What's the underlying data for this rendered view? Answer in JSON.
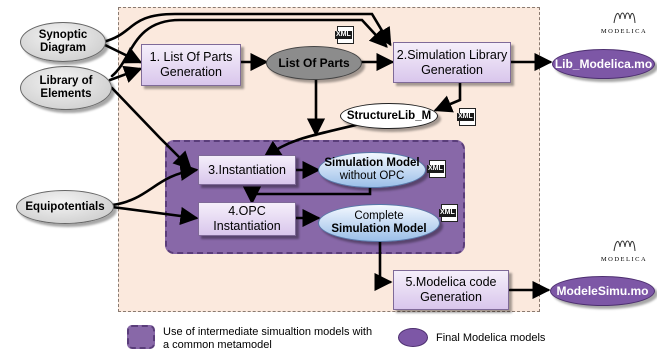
{
  "inputs": {
    "synoptic_diagram": "Synoptic Diagram",
    "library_of_elements": "Library of Elements",
    "equipotentials": "Equipotentials"
  },
  "processes": {
    "list_of_parts_generation": "1. List Of Parts Generation",
    "simulation_library_generation": "2.Simulation Library Generation",
    "instantiation": "3.Instantiation",
    "opc_instantiation": "4.OPC Instantiation",
    "modelica_code_generation": "5.Modelica code Generation"
  },
  "artifacts": {
    "list_of_parts": "List Of Parts",
    "structurelib_m": "StructureLib_M",
    "simulation_model_title": "Simulation Model",
    "simulation_model_sub": "without OPC",
    "complete_model_top": "Complete",
    "complete_model_bottom": "Simulation Model"
  },
  "outputs": {
    "lib_modelica": "Lib_Modelica.mo",
    "modele_simu": "ModeleSimu.mo"
  },
  "badges": {
    "xml": "XML",
    "modelica": "MODELICA"
  },
  "legend": {
    "intermediate": "Use of intermediate simualtion models with a common metamodel",
    "final": "Final Modelica models"
  },
  "colors": {
    "frame_fill": "#fbe9dd",
    "purple_region": "#8868a8",
    "final_model": "#7d57a6",
    "process_box": "#d9c6ec",
    "simulation_model": "#9bbfe8"
  }
}
